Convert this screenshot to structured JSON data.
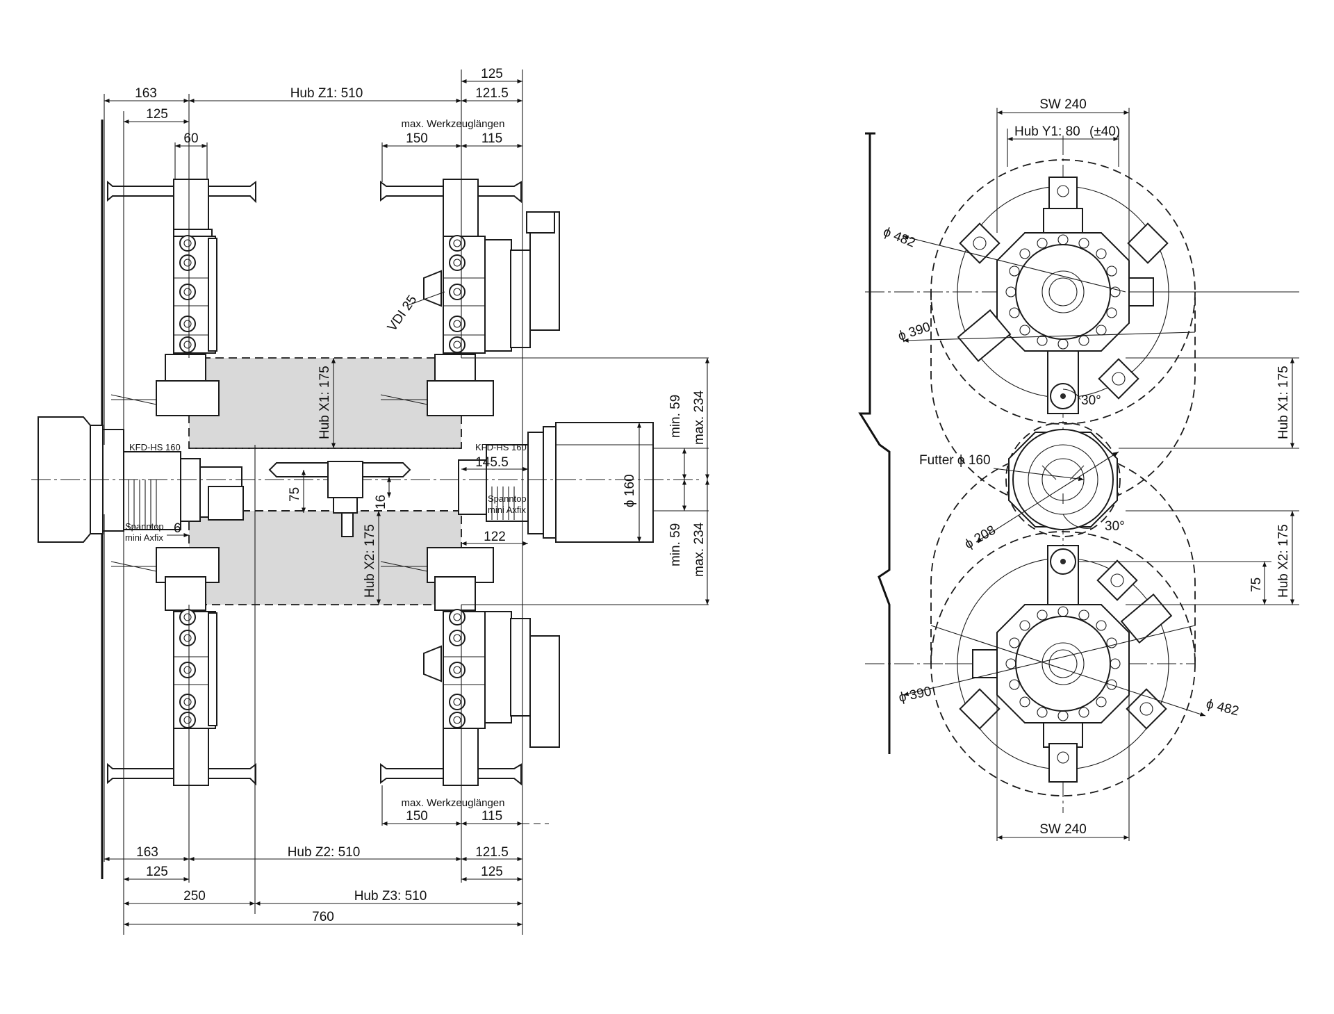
{
  "side_view": {
    "top": {
      "d163": "163",
      "hub_z1": "Hub  Z1: 510",
      "d125_top": "125",
      "d121_5": "121.5",
      "d125_left": "125",
      "d60": "60",
      "max_tool_len": "max. Werkzeuglängen",
      "d150": "150",
      "d115": "115"
    },
    "middle": {
      "hub_x1": "Hub  X1: 175",
      "hub_x2": "Hub  X2: 175",
      "kfd_left": "KFD-HS  160",
      "kfd_right": "KFD-HS  160",
      "d145_5": "145.5",
      "dia160": "ϕ 160",
      "min59_top": "min. 59",
      "max234_top": "max. 234",
      "min59_bot": "min. 59",
      "max234_bot": "max. 234",
      "d75": "75",
      "d16": "16",
      "d6": "6",
      "d122": "122",
      "spanntop_left_1": "Spanntop",
      "spanntop_left_2": "mini  Axfix",
      "spanntop_right_1": "Spanntop",
      "spanntop_right_2": "mini  Axfix",
      "vdi": "VDI 25"
    },
    "bottom": {
      "max_tool_len": "max. Werkzeuglängen",
      "d150": "150",
      "d115": "115",
      "d163": "163",
      "hub_z2": "Hub  Z2: 510",
      "d121_5": "121.5",
      "d125_left": "125",
      "d125_right": "125",
      "d250": "250",
      "hub_z3": "Hub  Z3: 510",
      "d760": "760"
    }
  },
  "front_view": {
    "sw240_top": "SW 240",
    "hub_y1": "Hub  Y1: 80",
    "y1_pm": "(±40)",
    "dia482_top": "ϕ 482",
    "dia390_top": "ϕ 390",
    "angle_30_top": "30°",
    "hub_x1": "Hub  X1: 175",
    "futter": "Futter  ϕ 160",
    "dia208": "ϕ 208",
    "angle_30_bot": "30°",
    "hub_x2": "Hub  X2: 175",
    "d75": "75",
    "dia390_bot": "ϕ 390",
    "dia482_bot": "ϕ 482",
    "sw240_bot": "SW 240"
  }
}
